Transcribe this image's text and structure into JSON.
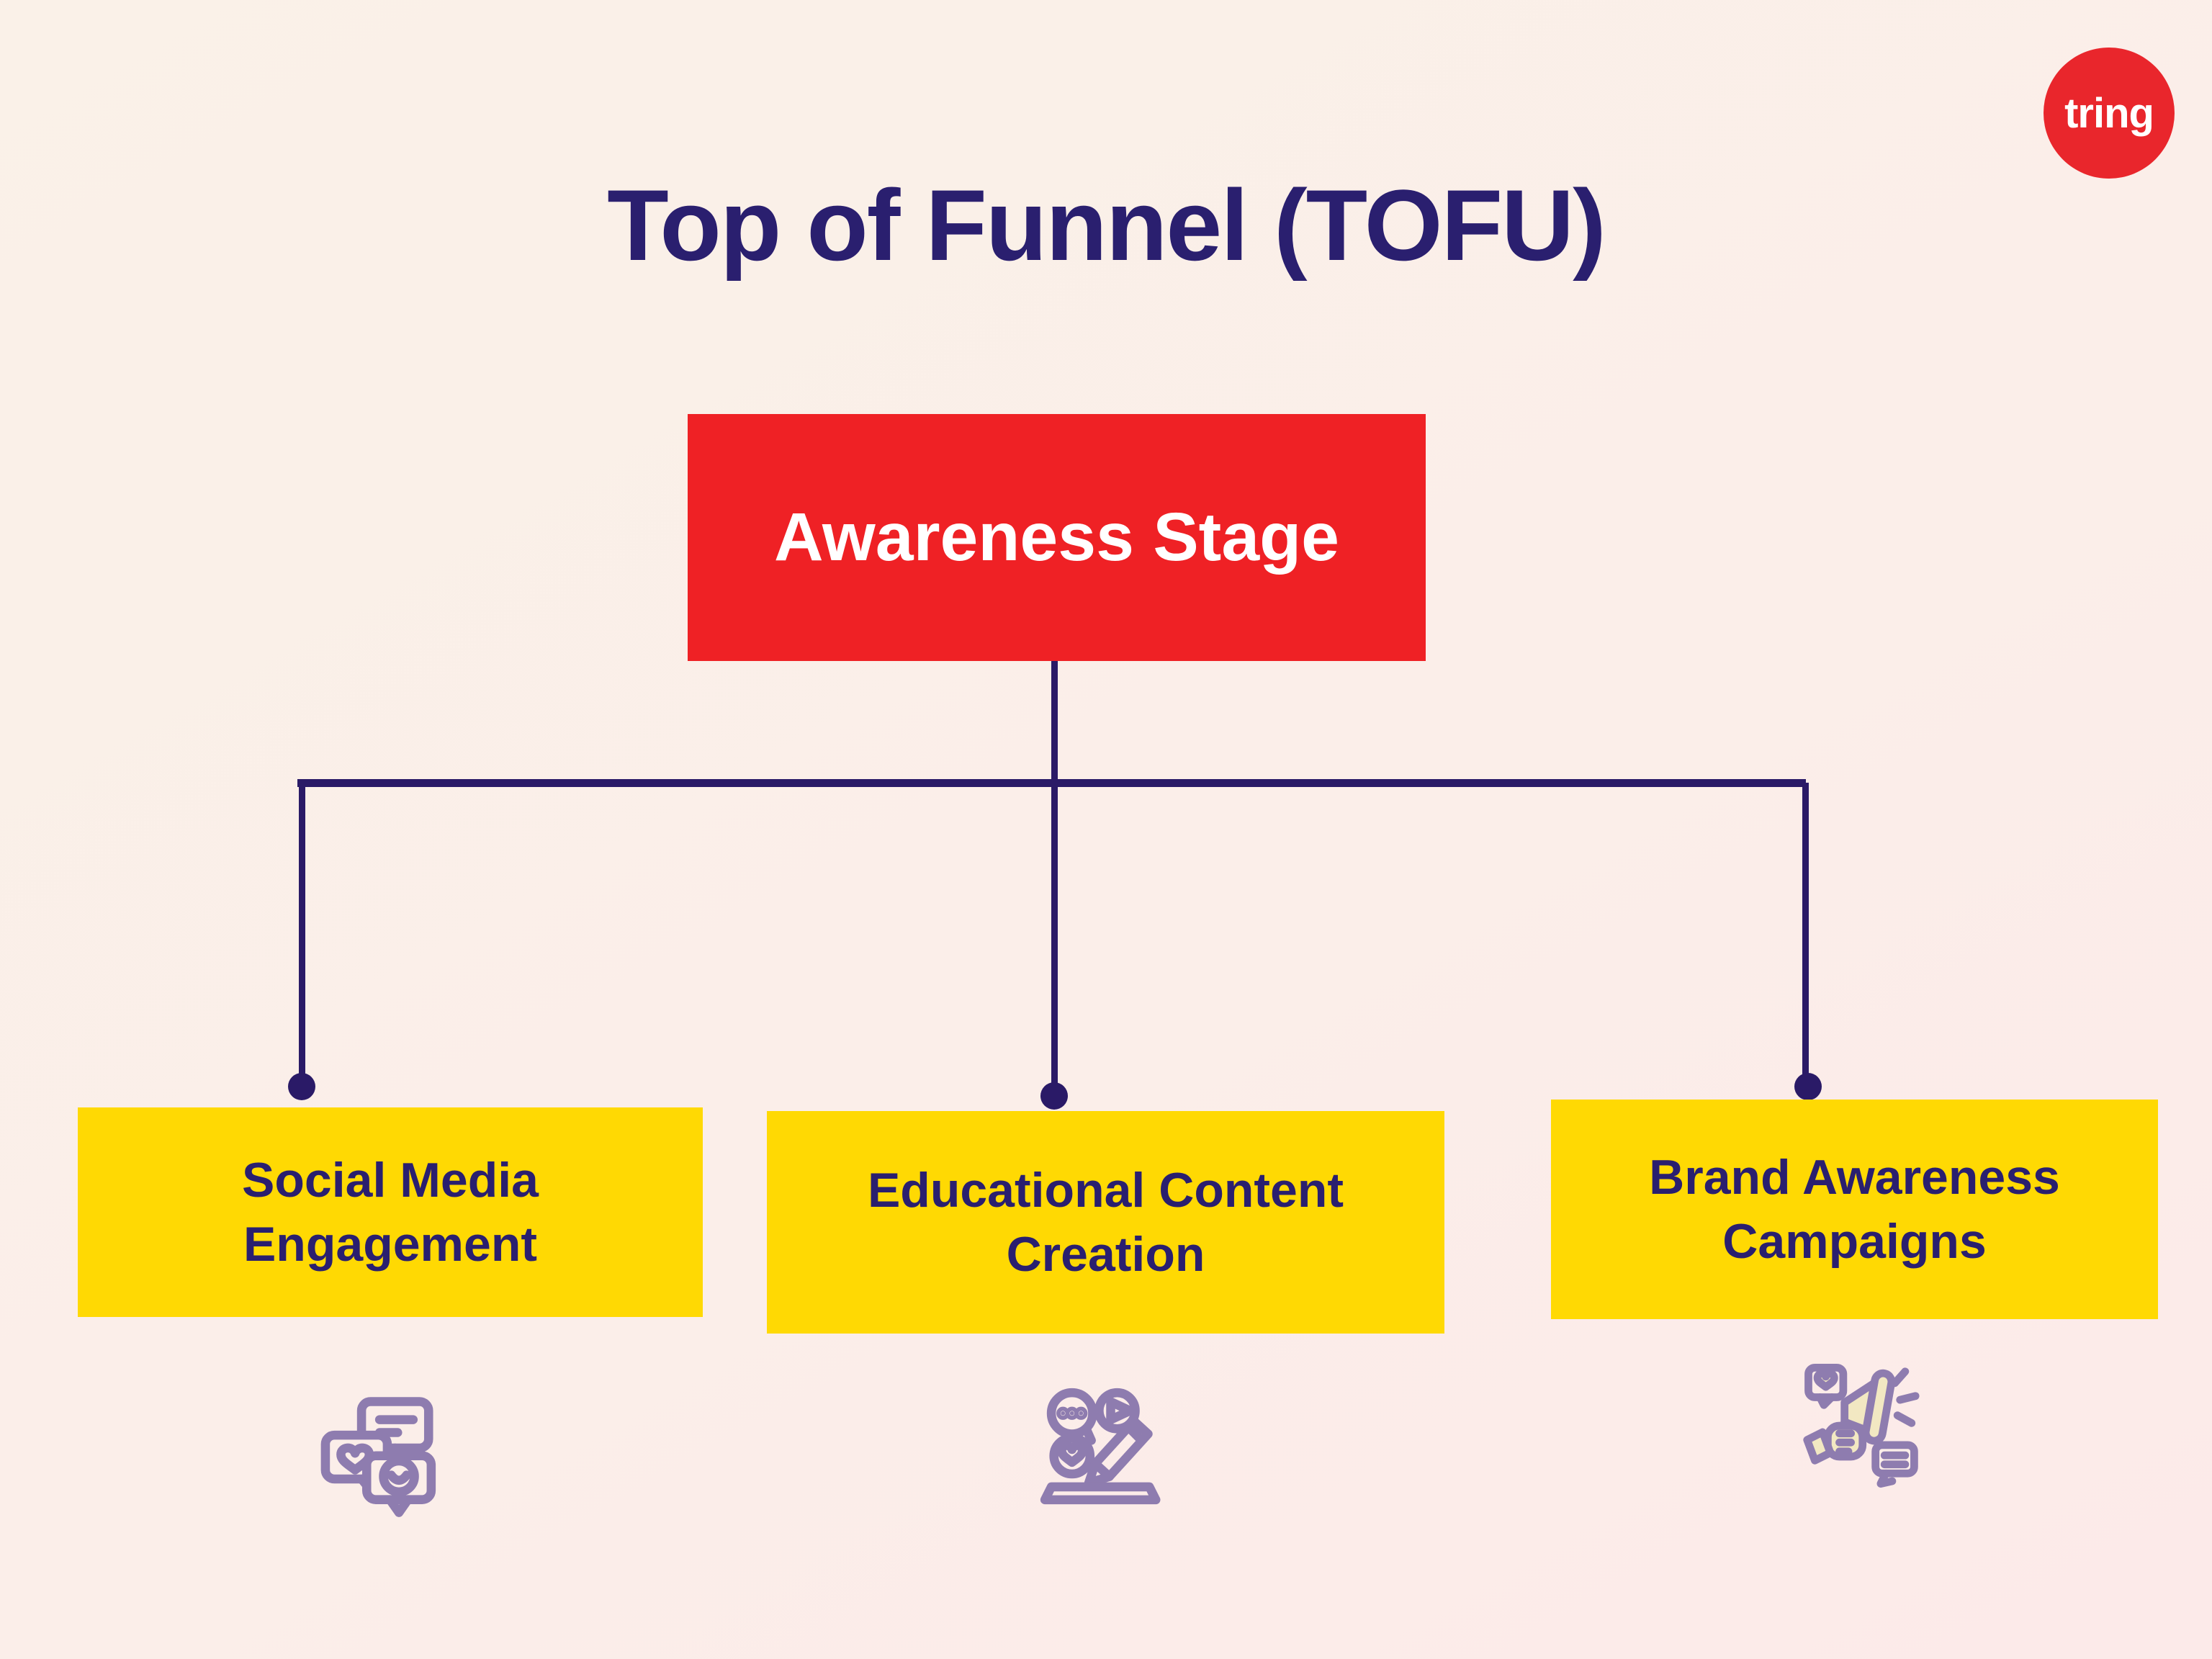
{
  "page": {
    "background_top": "#FAF1E8",
    "background_bottom": "#FCEAE9"
  },
  "title": {
    "text": "Top of Funnel (TOFU)",
    "color": "#2A1F6F"
  },
  "logo": {
    "text": "tring",
    "background": "#E9262C",
    "text_color": "#FFFFFF"
  },
  "diagram": {
    "type": "funnel-stage-tree",
    "connector_color": "#2A1A67",
    "icon_stroke": "#8E7CAF",
    "icon_fill": "#F2E8C2",
    "root": {
      "label": "Awareness Stage",
      "background": "#EF2125",
      "text_color": "#FFFFFF"
    },
    "children": [
      {
        "label": "Social Media Engagement",
        "background": "#FFD903",
        "text_color": "#2A1F6F",
        "icon": "chat-bubbles-icon"
      },
      {
        "label": "Educational Content Creation",
        "background": "#FFD903",
        "text_color": "#2A1F6F",
        "icon": "content-creation-icon"
      },
      {
        "label": "Brand Awareness Campaigns",
        "background": "#FFD903",
        "text_color": "#2A1F6F",
        "icon": "megaphone-icon"
      }
    ]
  }
}
